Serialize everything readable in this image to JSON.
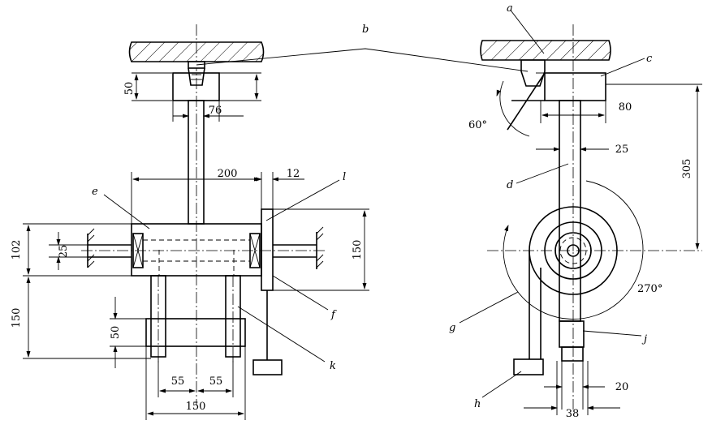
{
  "labels": {
    "a": "a",
    "b": "b",
    "c": "c",
    "d": "d",
    "e": "e",
    "f": "f",
    "g": "g",
    "h": "h",
    "j": "j",
    "k": "k",
    "l": "l"
  },
  "dims": {
    "d50_top": "50",
    "d76": "76",
    "d200": "200",
    "d12": "12",
    "d102": "102",
    "d25_left": "25",
    "d150_right": "150",
    "d150_left": "150",
    "d50_bottom": "50",
    "d55_a": "55",
    "d55_b": "55",
    "d150_bottom": "150",
    "d80": "80",
    "d25_right": "25",
    "d305": "305",
    "d20": "20",
    "d38": "38",
    "ang60": "60°",
    "ang270": "270°"
  }
}
